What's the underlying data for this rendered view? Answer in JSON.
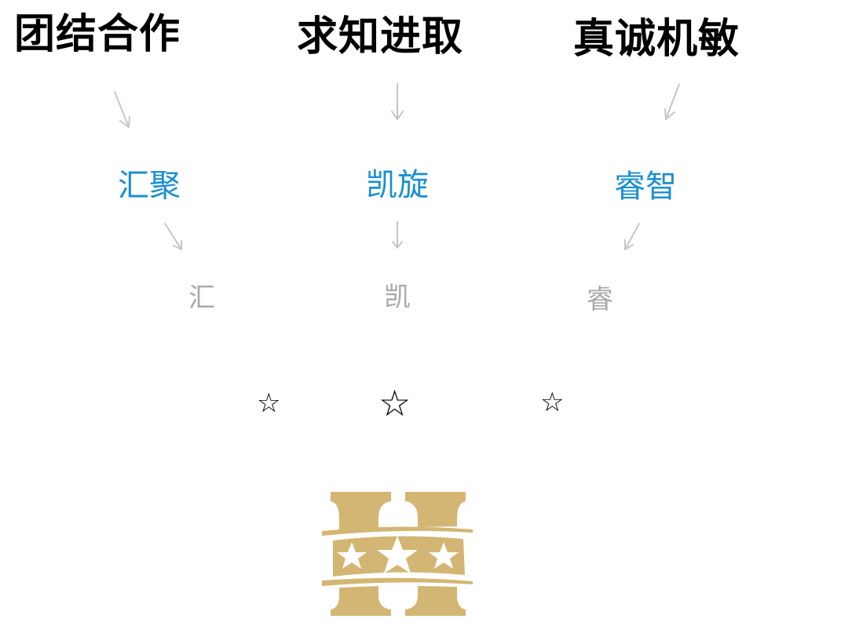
{
  "values": [
    {
      "label": "团结合作",
      "keyword": "汇聚",
      "char": "汇"
    },
    {
      "label": "求知进取",
      "keyword": "凯旋",
      "char": "凯"
    },
    {
      "label": "真诚机敏",
      "keyword": "睿智",
      "char": "睿"
    }
  ],
  "stars": [
    "☆",
    "☆",
    "☆"
  ],
  "logo": {
    "icon": "hotel-h-three-stars-logo",
    "color": "#d3b673"
  },
  "colors": {
    "keyword": "#1a8fd2",
    "char": "#a9a9a9",
    "arrow": "#c6c6c6"
  }
}
